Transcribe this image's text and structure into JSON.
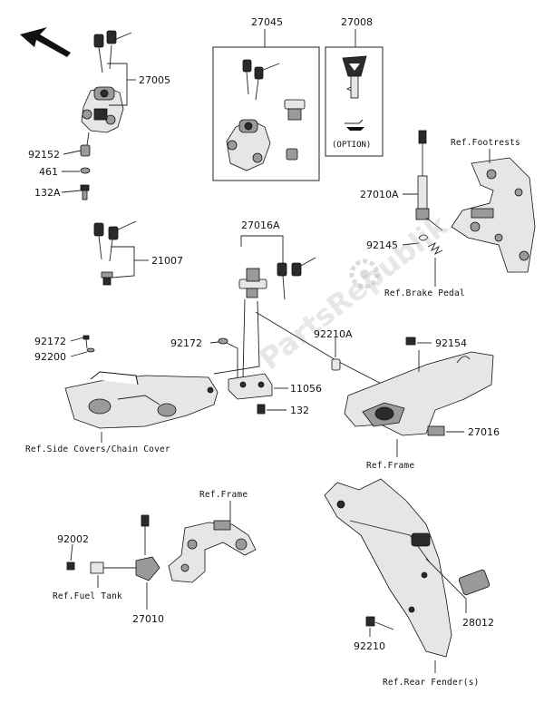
{
  "parts": {
    "p27005": "27005",
    "p92152": "92152",
    "p461": "461",
    "p132A": "132A",
    "p27045": "27045",
    "p27008": "27008",
    "option": "(OPTION)",
    "p21007": "21007",
    "p27016A": "27016A",
    "p27010A": "27010A",
    "p92145": "92145",
    "p92172a": "92172",
    "p92200": "92200",
    "p92172b": "92172",
    "p92210A": "92210A",
    "p92154": "92154",
    "p11056": "11056",
    "p132": "132",
    "p27016": "27016",
    "p92002": "92002",
    "p27010": "27010",
    "p28012": "28012",
    "p92210": "92210"
  },
  "refs": {
    "footrests": "Ref.Footrests",
    "brake_pedal": "Ref.Brake Pedal",
    "side_covers": "Ref.Side Covers/Chain Cover",
    "frame_right": "Ref.Frame",
    "frame_lower": "Ref.Frame",
    "fuel_tank": "Ref.Fuel Tank",
    "rear_fender": "Ref.Rear Fender(s)"
  },
  "watermark": "PartsRepublik"
}
